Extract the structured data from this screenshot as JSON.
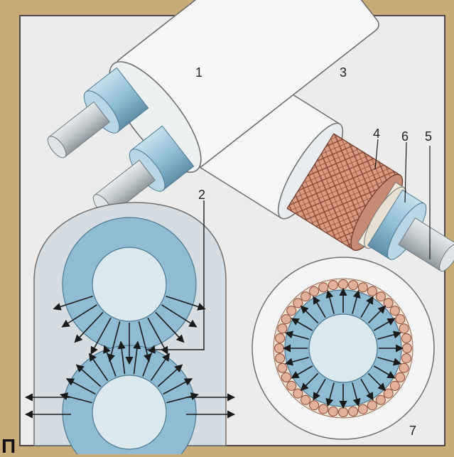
{
  "labels": {
    "l1": "1",
    "l2": "2",
    "l3": "3",
    "l4": "4",
    "l5": "5",
    "l6": "6",
    "l7": "7"
  },
  "corner_mark": "П",
  "colors": {
    "background": "#c9ab78",
    "panel": "#ececec",
    "panel_border": "#4a4a4a",
    "jacket": "#f4f6f7",
    "insulation": "#8fbcd3",
    "insulation_light": "#c6e0ec",
    "conductor": "#c2c9cd",
    "braid": "#d89a80",
    "arrow": "#1a1a1a"
  }
}
